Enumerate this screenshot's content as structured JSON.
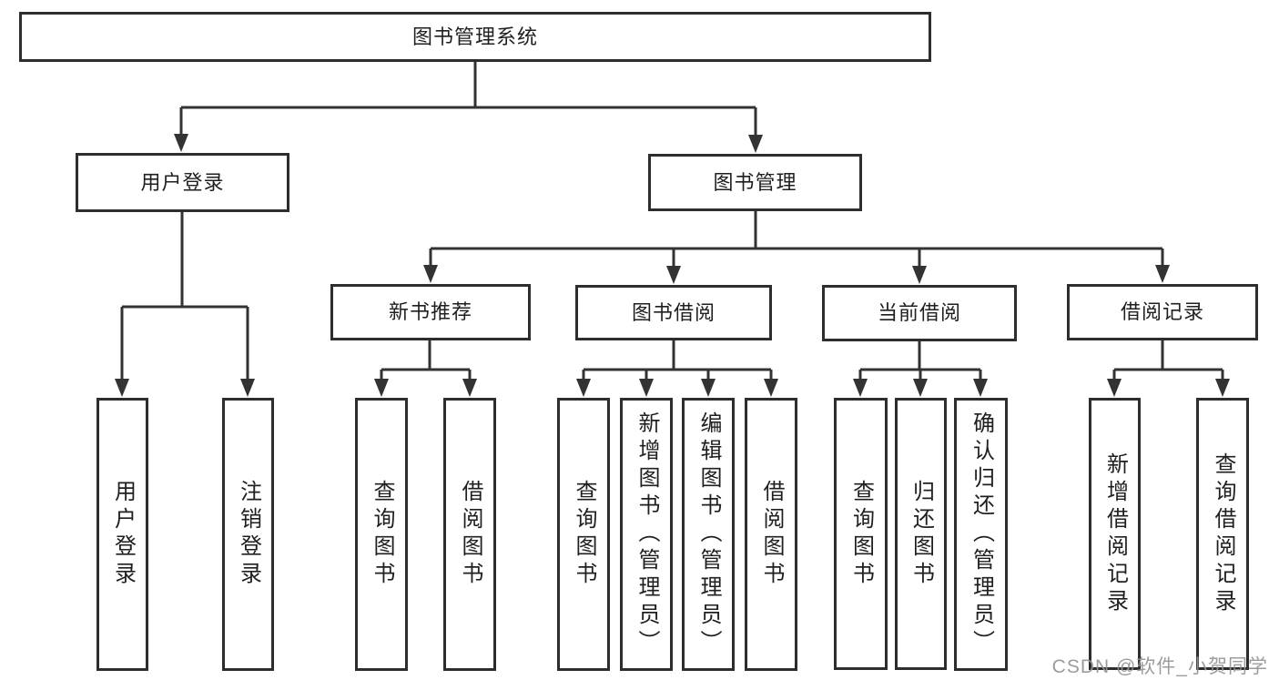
{
  "diagram_title": "图书管理系统",
  "colors": {
    "line": "#333333",
    "box_border": "#2d2d2d",
    "box_background": "#ffffff",
    "text": "#1f1f1f",
    "watermark": "#949494"
  },
  "tree": {
    "root": {
      "label": "图书管理系统",
      "children": [
        {
          "label": "用户登录",
          "children": [
            {
              "label": "用户登录"
            },
            {
              "label": "注销登录"
            }
          ]
        },
        {
          "label": "图书管理",
          "children": [
            {
              "label": "新书推荐",
              "children": [
                {
                  "label": "查询图书"
                },
                {
                  "label": "借阅图书"
                }
              ]
            },
            {
              "label": "图书借阅",
              "children": [
                {
                  "label": "查询图书"
                },
                {
                  "label": "新增图书（管理员）"
                },
                {
                  "label": "编辑图书（管理员）"
                },
                {
                  "label": "借阅图书"
                }
              ]
            },
            {
              "label": "当前借阅",
              "children": [
                {
                  "label": "查询图书"
                },
                {
                  "label": "归还图书"
                },
                {
                  "label": "确认归还（管理员）"
                }
              ]
            },
            {
              "label": "借阅记录",
              "children": [
                {
                  "label": "新增借阅记录"
                },
                {
                  "label": "查询借阅记录"
                }
              ]
            }
          ]
        }
      ]
    }
  },
  "watermark": {
    "text": "CSDN @软件_小贺同学"
  }
}
